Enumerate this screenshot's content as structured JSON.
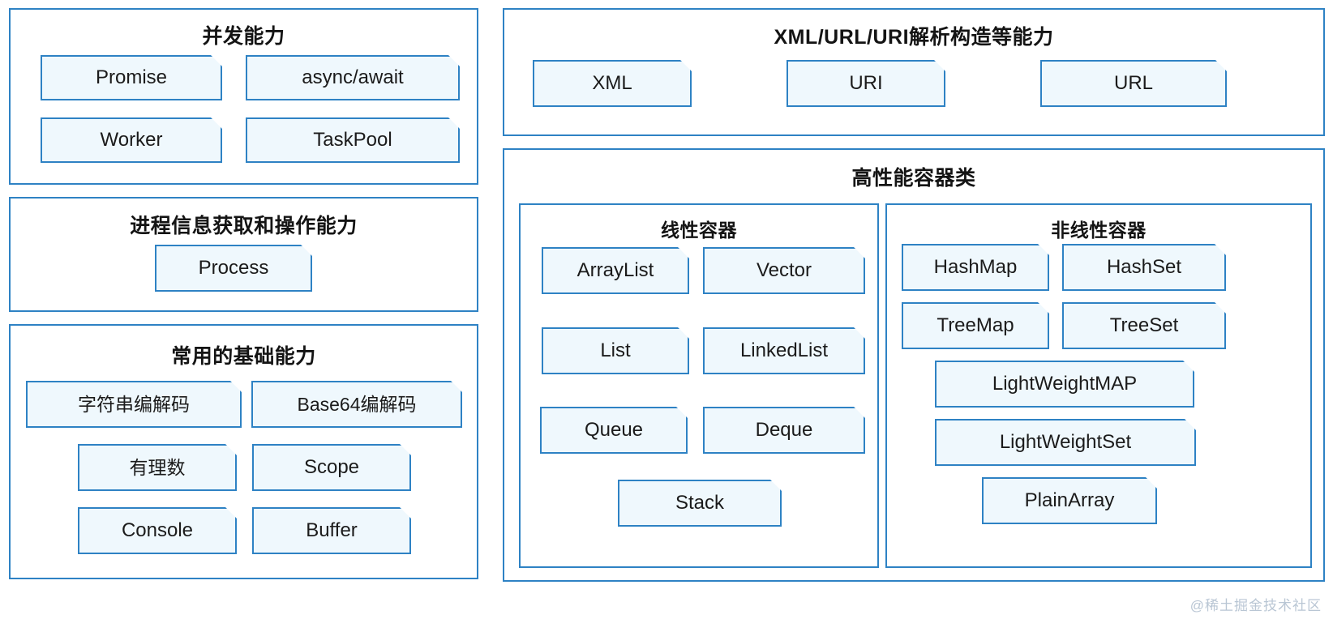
{
  "diagram": {
    "watermark": "@稀土掘金技术社区",
    "accent_border": "#2E82C4",
    "node_fill": "#EFF8FD",
    "background": "#FFFFFF"
  },
  "panels": {
    "concurrency": {
      "title": "并发能力",
      "nodes": [
        {
          "label": "Promise"
        },
        {
          "label": "async/await"
        },
        {
          "label": "Worker"
        },
        {
          "label": "TaskPool"
        }
      ]
    },
    "process": {
      "title": "进程信息获取和操作能力",
      "nodes": [
        {
          "label": "Process"
        }
      ]
    },
    "basic": {
      "title": "常用的基础能力",
      "nodes": [
        {
          "label": "字符串编解码"
        },
        {
          "label": "Base64编解码"
        },
        {
          "label": "有理数"
        },
        {
          "label": "Scope"
        },
        {
          "label": "Console"
        },
        {
          "label": "Buffer"
        }
      ]
    },
    "parsing": {
      "title": "XML/URL/URI解析构造等能力",
      "nodes": [
        {
          "label": "XML"
        },
        {
          "label": "URI"
        },
        {
          "label": "URL"
        }
      ]
    },
    "containers": {
      "title": "高性能容器类",
      "linear": {
        "title": "线性容器",
        "nodes": [
          {
            "label": "ArrayList"
          },
          {
            "label": "Vector"
          },
          {
            "label": "List"
          },
          {
            "label": "LinkedList"
          },
          {
            "label": "Queue"
          },
          {
            "label": "Deque"
          },
          {
            "label": "Stack"
          }
        ]
      },
      "nonlinear": {
        "title": "非线性容器",
        "nodes": [
          {
            "label": "HashMap"
          },
          {
            "label": "HashSet"
          },
          {
            "label": "TreeMap"
          },
          {
            "label": "TreeSet"
          },
          {
            "label": "LightWeightMAP"
          },
          {
            "label": "LightWeightSet"
          },
          {
            "label": "PlainArray"
          }
        ]
      }
    }
  }
}
